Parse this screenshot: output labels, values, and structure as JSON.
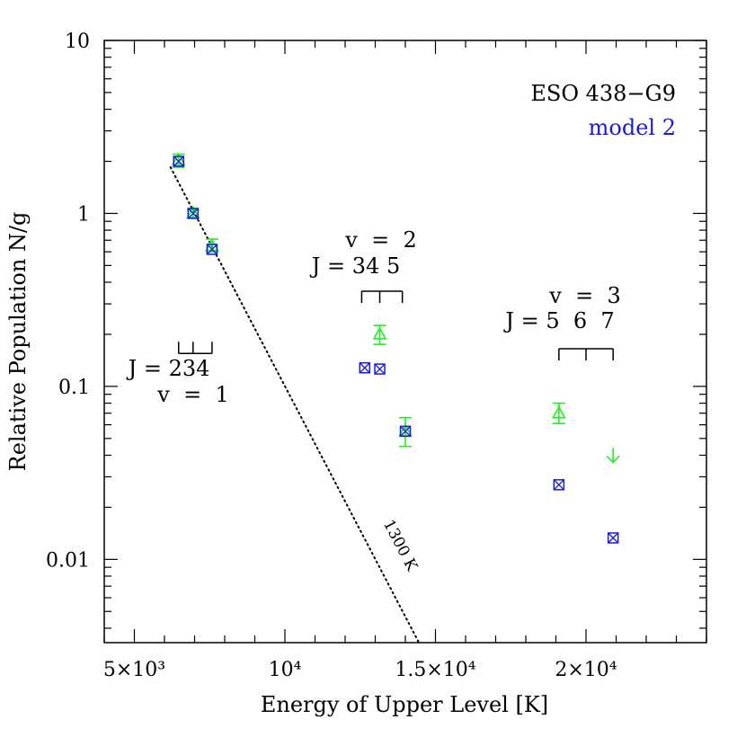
{
  "chart_data": {
    "type": "scatter",
    "title": "",
    "xlabel": "Energy of Upper Level [K]",
    "ylabel": "Relative Population N/g",
    "xlim": [
      4000,
      24000
    ],
    "ylim": [
      0.0033,
      10
    ],
    "yscale": "log",
    "grid": false,
    "legend_position": "top-right",
    "legend": [
      {
        "text": "ESO 438−G9",
        "color": "#000000"
      },
      {
        "text": "model 2",
        "color": "#1a1adc"
      }
    ],
    "x_ticks": [
      {
        "value": 5000,
        "label": "5×10³"
      },
      {
        "value": 10000,
        "label": "10⁴"
      },
      {
        "value": 15000,
        "label": "1.5×10⁴"
      },
      {
        "value": 20000,
        "label": "2×10⁴"
      }
    ],
    "y_ticks": [
      {
        "value": 0.01,
        "label": "0.01"
      },
      {
        "value": 0.1,
        "label": "0.1"
      },
      {
        "value": 1,
        "label": "1"
      },
      {
        "value": 10,
        "label": "10"
      }
    ],
    "series": [
      {
        "name": "ESO 438−G9",
        "color": "#22ee22",
        "marker": "triangle-with-errorbar",
        "points": [
          {
            "x": 6470,
            "y": 2.03,
            "ylo": 1.85,
            "yhi": 2.2
          },
          {
            "x": 6950,
            "y": 1.0,
            "ylo": 0.95,
            "yhi": 1.05
          },
          {
            "x": 7580,
            "y": 0.65,
            "ylo": 0.6,
            "yhi": 0.71
          },
          {
            "x": 13150,
            "y": 0.2,
            "ylo": 0.175,
            "yhi": 0.225
          },
          {
            "x": 14000,
            "y": 0.055,
            "ylo": 0.045,
            "yhi": 0.066
          },
          {
            "x": 19100,
            "y": 0.07,
            "ylo": 0.061,
            "yhi": 0.08
          }
        ],
        "upper_limits": [
          {
            "x": 20900,
            "y": 0.04
          }
        ]
      },
      {
        "name": "model 2",
        "color": "#1a1adc",
        "marker": "boxed-x",
        "points": [
          {
            "x": 6470,
            "y": 2.0
          },
          {
            "x": 6950,
            "y": 1.0
          },
          {
            "x": 7580,
            "y": 0.62
          },
          {
            "x": 12650,
            "y": 0.128
          },
          {
            "x": 13150,
            "y": 0.126
          },
          {
            "x": 14000,
            "y": 0.055
          },
          {
            "x": 19100,
            "y": 0.027
          },
          {
            "x": 20900,
            "y": 0.0133
          }
        ]
      }
    ],
    "fit_line": {
      "label": "1300 K",
      "x": [
        6200,
        14450
      ],
      "y": [
        1.85,
        0.0033
      ]
    },
    "annotations": [
      {
        "v": "v  =  1",
        "j": "J = 234",
        "brackets": [
          6470,
          6950,
          7580
        ],
        "bracket_y": 0.155
      },
      {
        "v": "v  =  2",
        "j": "J = 34 5",
        "brackets": [
          12550,
          13150,
          13900
        ],
        "bracket_y": 0.355
      },
      {
        "v": "v  =  3",
        "j": "J = 5  6  7",
        "brackets": [
          19100,
          20000,
          20900
        ],
        "bracket_y": 0.165
      }
    ]
  }
}
